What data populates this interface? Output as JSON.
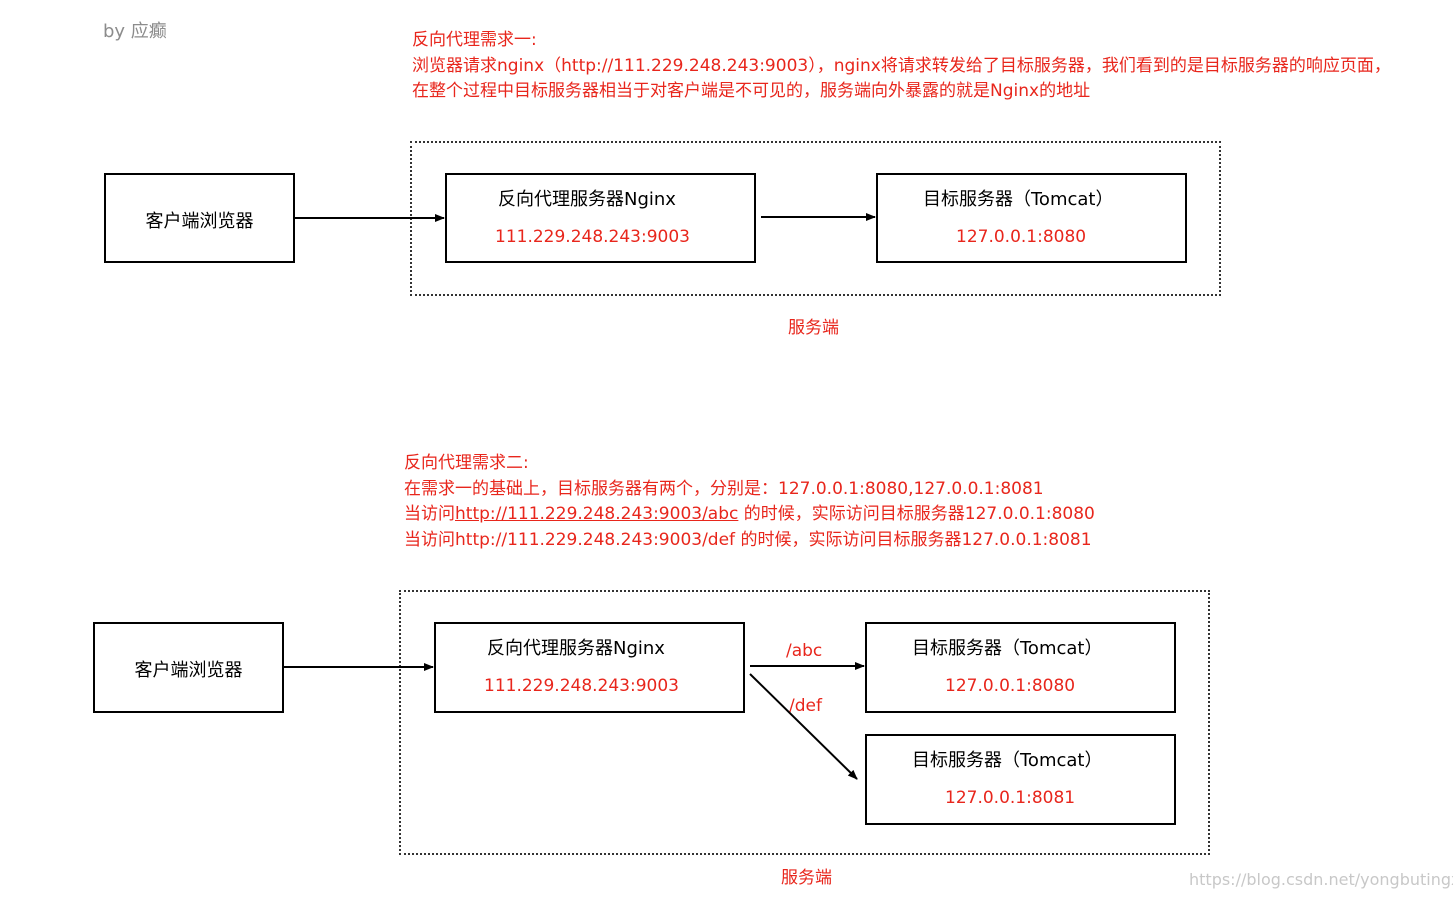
{
  "author": "by 应癫",
  "diagram1": {
    "note": [
      "反向代理需求一:",
      "浏览器请求nginx（http://111.229.248.243:9003），nginx将请求转发给了目标服务器，我们看到的是目标服务器的响应页面，",
      "在整个过程中目标服务器相当于对客户端是不可见的，服务端向外暴露的就是Nginx的地址"
    ],
    "client": "客户端浏览器",
    "proxy": {
      "title": "反向代理服务器Nginx",
      "address": "111.229.248.243:9003"
    },
    "target": {
      "title": "目标服务器（Tomcat）",
      "address": "127.0.0.1:8080"
    },
    "server_label": "服务端"
  },
  "diagram2": {
    "note": {
      "title": "反向代理需求二:",
      "line1": "在需求一的基础上，目标服务器有两个，分别是：127.0.0.1:8080,127.0.0.1:8081",
      "line2_prefix": "当访问",
      "line2_link": "http://111.229.248.243:9003/abc",
      "line2_suffix": " 的时候，实际访问目标服务器127.0.0.1:8080",
      "line3": "当访问http://111.229.248.243:9003/def 的时候，实际访问目标服务器127.0.0.1:8081"
    },
    "client": "客户端浏览器",
    "proxy": {
      "title": "反向代理服务器Nginx",
      "address": "111.229.248.243:9003"
    },
    "target1": {
      "title": "目标服务器（Tomcat）",
      "address": "127.0.0.1:8080"
    },
    "target2": {
      "title": "目标服务器（Tomcat）",
      "address": "127.0.0.1:8081"
    },
    "route_abc": "/abc",
    "route_def": "/def",
    "server_label": "服务端"
  },
  "watermark": "https://blog.csdn.net/yongbutingxide",
  "colors": {
    "annotation": "#e8261c",
    "author": "#8c8c8c"
  }
}
